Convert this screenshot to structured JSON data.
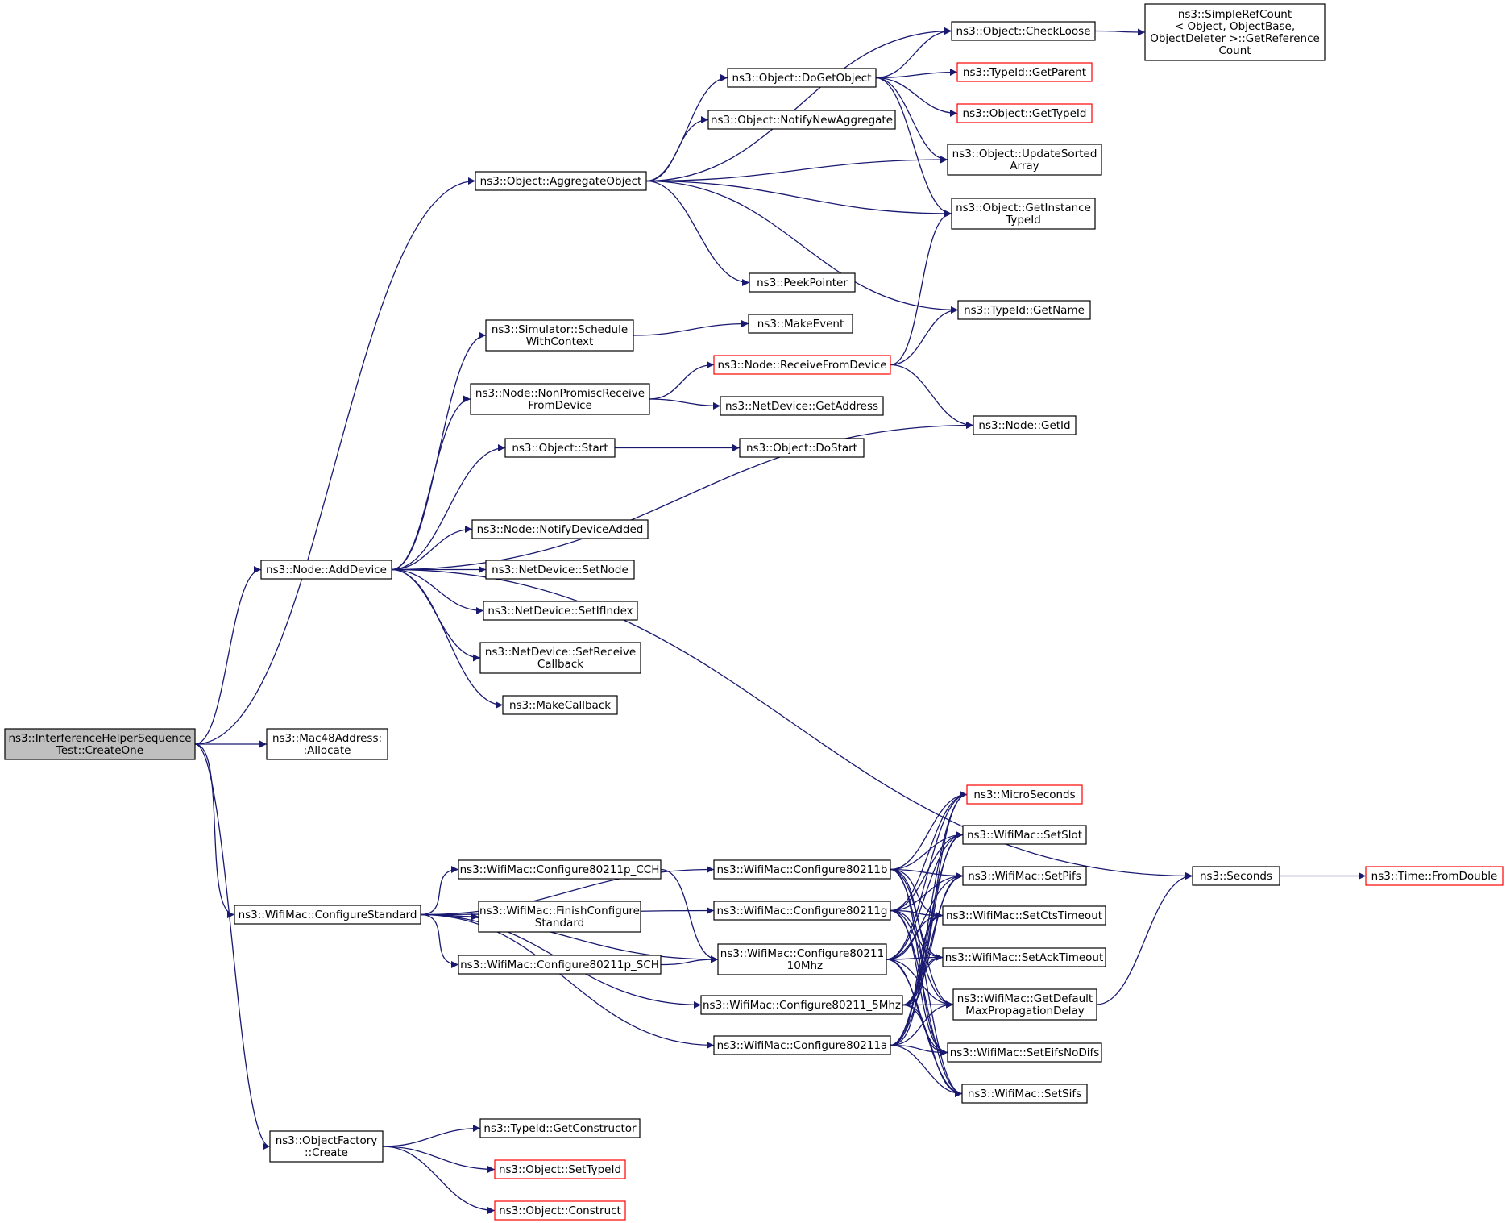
{
  "colors": {
    "edge": "#191970",
    "node_border": "#000000",
    "missing_node_border": "#ff0000",
    "root_fill": "#bfbfbf"
  },
  "nodes": [
    {
      "id": "root",
      "lines": [
        "ns3::InterferenceHelperSequence",
        "Test::CreateOne"
      ],
      "style": "root"
    },
    {
      "id": "aggregate",
      "lines": [
        "ns3::Object::AggregateObject"
      ],
      "style": "normal"
    },
    {
      "id": "adddevice",
      "lines": [
        "ns3::Node::AddDevice"
      ],
      "style": "normal"
    },
    {
      "id": "mac48",
      "lines": [
        "ns3::Mac48Address:",
        ":Allocate"
      ],
      "style": "normal"
    },
    {
      "id": "configstd",
      "lines": [
        "ns3::WifiMac::ConfigureStandard"
      ],
      "style": "normal"
    },
    {
      "id": "objfactory",
      "lines": [
        "ns3::ObjectFactory",
        "::Create"
      ],
      "style": "normal"
    },
    {
      "id": "dogetobject",
      "lines": [
        "ns3::Object::DoGetObject"
      ],
      "style": "normal"
    },
    {
      "id": "notifynewagg",
      "lines": [
        "ns3::Object::NotifyNewAggregate"
      ],
      "style": "normal"
    },
    {
      "id": "peekpointer",
      "lines": [
        "ns3::PeekPointer"
      ],
      "style": "normal"
    },
    {
      "id": "checkloose",
      "lines": [
        "ns3::Object::CheckLoose"
      ],
      "style": "normal"
    },
    {
      "id": "simplerefcount",
      "lines": [
        "ns3::SimpleRefCount",
        "< Object, ObjectBase,",
        "ObjectDeleter >::GetReference",
        "Count"
      ],
      "style": "normal"
    },
    {
      "id": "getparent",
      "lines": [
        "ns3::TypeId::GetParent"
      ],
      "style": "missing"
    },
    {
      "id": "gettypeid",
      "lines": [
        "ns3::Object::GetTypeId"
      ],
      "style": "missing"
    },
    {
      "id": "updatesorted",
      "lines": [
        "ns3::Object::UpdateSorted",
        "Array"
      ],
      "style": "normal"
    },
    {
      "id": "getinstance",
      "lines": [
        "ns3::Object::GetInstance",
        "TypeId"
      ],
      "style": "normal"
    },
    {
      "id": "getname",
      "lines": [
        "ns3::TypeId::GetName"
      ],
      "style": "normal"
    },
    {
      "id": "schedulewc",
      "lines": [
        "ns3::Simulator::Schedule",
        "WithContext"
      ],
      "style": "normal"
    },
    {
      "id": "makeevent",
      "lines": [
        "ns3::MakeEvent"
      ],
      "style": "normal"
    },
    {
      "id": "receivefromdev",
      "lines": [
        "ns3::Node::ReceiveFromDevice"
      ],
      "style": "missing"
    },
    {
      "id": "nonpromisc",
      "lines": [
        "ns3::Node::NonPromiscReceive",
        "FromDevice"
      ],
      "style": "normal"
    },
    {
      "id": "getaddress",
      "lines": [
        "ns3::NetDevice::GetAddress"
      ],
      "style": "normal"
    },
    {
      "id": "getid",
      "lines": [
        "ns3::Node::GetId"
      ],
      "style": "normal"
    },
    {
      "id": "objstart",
      "lines": [
        "ns3::Object::Start"
      ],
      "style": "normal"
    },
    {
      "id": "dostart",
      "lines": [
        "ns3::Object::DoStart"
      ],
      "style": "normal"
    },
    {
      "id": "notifydevadded",
      "lines": [
        "ns3::Node::NotifyDeviceAdded"
      ],
      "style": "normal"
    },
    {
      "id": "setnode",
      "lines": [
        "ns3::NetDevice::SetNode"
      ],
      "style": "normal"
    },
    {
      "id": "setifindex",
      "lines": [
        "ns3::NetDevice::SetIfIndex"
      ],
      "style": "normal"
    },
    {
      "id": "setreceivecb",
      "lines": [
        "ns3::NetDevice::SetReceive",
        "Callback"
      ],
      "style": "normal"
    },
    {
      "id": "makecallback",
      "lines": [
        "ns3::MakeCallback"
      ],
      "style": "normal"
    },
    {
      "id": "seconds",
      "lines": [
        "ns3::Seconds"
      ],
      "style": "normal"
    },
    {
      "id": "fromdouble",
      "lines": [
        "ns3::Time::FromDouble"
      ],
      "style": "missing"
    },
    {
      "id": "microseconds",
      "lines": [
        "ns3::MicroSeconds"
      ],
      "style": "missing"
    },
    {
      "id": "setslot",
      "lines": [
        "ns3::WifiMac::SetSlot"
      ],
      "style": "normal"
    },
    {
      "id": "setpifs",
      "lines": [
        "ns3::WifiMac::SetPifs"
      ],
      "style": "normal"
    },
    {
      "id": "setctstimeout",
      "lines": [
        "ns3::WifiMac::SetCtsTimeout"
      ],
      "style": "normal"
    },
    {
      "id": "setacktimeout",
      "lines": [
        "ns3::WifiMac::SetAckTimeout"
      ],
      "style": "normal"
    },
    {
      "id": "getdefaultmpd",
      "lines": [
        "ns3::WifiMac::GetDefault",
        "MaxPropagationDelay"
      ],
      "style": "normal"
    },
    {
      "id": "seteifsnodifs",
      "lines": [
        "ns3::WifiMac::SetEifsNoDifs"
      ],
      "style": "normal"
    },
    {
      "id": "setsifs",
      "lines": [
        "ns3::WifiMac::SetSifs"
      ],
      "style": "normal"
    },
    {
      "id": "c80211pcch",
      "lines": [
        "ns3::WifiMac::Configure80211p_CCH"
      ],
      "style": "normal"
    },
    {
      "id": "finishcfg",
      "lines": [
        "ns3::WifiMac::FinishConfigure",
        "Standard"
      ],
      "style": "normal"
    },
    {
      "id": "c80211psch",
      "lines": [
        "ns3::WifiMac::Configure80211p_SCH"
      ],
      "style": "normal"
    },
    {
      "id": "c80211b",
      "lines": [
        "ns3::WifiMac::Configure80211b"
      ],
      "style": "normal"
    },
    {
      "id": "c80211g",
      "lines": [
        "ns3::WifiMac::Configure80211g"
      ],
      "style": "normal"
    },
    {
      "id": "c10mhz",
      "lines": [
        "ns3::WifiMac::Configure80211",
        "_10Mhz"
      ],
      "style": "normal"
    },
    {
      "id": "c5mhz",
      "lines": [
        "ns3::WifiMac::Configure80211_5Mhz"
      ],
      "style": "normal"
    },
    {
      "id": "c80211a",
      "lines": [
        "ns3::WifiMac::Configure80211a"
      ],
      "style": "normal"
    },
    {
      "id": "getconstructor",
      "lines": [
        "ns3::TypeId::GetConstructor"
      ],
      "style": "normal"
    },
    {
      "id": "settypeid",
      "lines": [
        "ns3::Object::SetTypeId"
      ],
      "style": "missing"
    },
    {
      "id": "construct",
      "lines": [
        "ns3::Object::Construct"
      ],
      "style": "missing"
    }
  ],
  "edges": [
    [
      "root",
      "aggregate"
    ],
    [
      "root",
      "adddevice"
    ],
    [
      "root",
      "mac48"
    ],
    [
      "root",
      "configstd"
    ],
    [
      "root",
      "objfactory"
    ],
    [
      "aggregate",
      "checkloose"
    ],
    [
      "aggregate",
      "dogetobject"
    ],
    [
      "aggregate",
      "notifynewagg"
    ],
    [
      "aggregate",
      "updatesorted"
    ],
    [
      "aggregate",
      "getinstance"
    ],
    [
      "aggregate",
      "peekpointer"
    ],
    [
      "aggregate",
      "getname"
    ],
    [
      "checkloose",
      "simplerefcount"
    ],
    [
      "dogetobject",
      "checkloose"
    ],
    [
      "dogetobject",
      "getparent"
    ],
    [
      "dogetobject",
      "gettypeid"
    ],
    [
      "dogetobject",
      "updatesorted"
    ],
    [
      "dogetobject",
      "getinstance"
    ],
    [
      "adddevice",
      "schedulewc"
    ],
    [
      "adddevice",
      "nonpromisc"
    ],
    [
      "adddevice",
      "objstart"
    ],
    [
      "adddevice",
      "getid"
    ],
    [
      "adddevice",
      "notifydevadded"
    ],
    [
      "adddevice",
      "setnode"
    ],
    [
      "adddevice",
      "setifindex"
    ],
    [
      "adddevice",
      "setreceivecb"
    ],
    [
      "adddevice",
      "makecallback"
    ],
    [
      "adddevice",
      "seconds"
    ],
    [
      "schedulewc",
      "makeevent"
    ],
    [
      "nonpromisc",
      "receivefromdev"
    ],
    [
      "nonpromisc",
      "getaddress"
    ],
    [
      "receivefromdev",
      "getinstance"
    ],
    [
      "receivefromdev",
      "getname"
    ],
    [
      "receivefromdev",
      "getid"
    ],
    [
      "objstart",
      "dostart"
    ],
    [
      "seconds",
      "fromdouble"
    ],
    [
      "configstd",
      "c80211pcch"
    ],
    [
      "configstd",
      "finishcfg"
    ],
    [
      "configstd",
      "c80211psch"
    ],
    [
      "configstd",
      "c80211b"
    ],
    [
      "configstd",
      "c80211g"
    ],
    [
      "configstd",
      "c10mhz"
    ],
    [
      "configstd",
      "c5mhz"
    ],
    [
      "configstd",
      "c80211a"
    ],
    [
      "c80211pcch",
      "c10mhz"
    ],
    [
      "c80211psch",
      "c10mhz"
    ],
    [
      "c80211b",
      "microseconds"
    ],
    [
      "c80211b",
      "setslot"
    ],
    [
      "c80211b",
      "setpifs"
    ],
    [
      "c80211b",
      "setctstimeout"
    ],
    [
      "c80211b",
      "setacktimeout"
    ],
    [
      "c80211b",
      "getdefaultmpd"
    ],
    [
      "c80211b",
      "seteifsnodifs"
    ],
    [
      "c80211b",
      "setsifs"
    ],
    [
      "c80211g",
      "microseconds"
    ],
    [
      "c80211g",
      "setslot"
    ],
    [
      "c80211g",
      "setpifs"
    ],
    [
      "c80211g",
      "setctstimeout"
    ],
    [
      "c80211g",
      "setacktimeout"
    ],
    [
      "c80211g",
      "getdefaultmpd"
    ],
    [
      "c80211g",
      "seteifsnodifs"
    ],
    [
      "c80211g",
      "setsifs"
    ],
    [
      "c10mhz",
      "microseconds"
    ],
    [
      "c10mhz",
      "setslot"
    ],
    [
      "c10mhz",
      "setpifs"
    ],
    [
      "c10mhz",
      "setctstimeout"
    ],
    [
      "c10mhz",
      "setacktimeout"
    ],
    [
      "c10mhz",
      "getdefaultmpd"
    ],
    [
      "c10mhz",
      "seteifsnodifs"
    ],
    [
      "c10mhz",
      "setsifs"
    ],
    [
      "c5mhz",
      "microseconds"
    ],
    [
      "c5mhz",
      "setslot"
    ],
    [
      "c5mhz",
      "setpifs"
    ],
    [
      "c5mhz",
      "setctstimeout"
    ],
    [
      "c5mhz",
      "setacktimeout"
    ],
    [
      "c5mhz",
      "getdefaultmpd"
    ],
    [
      "c5mhz",
      "seteifsnodifs"
    ],
    [
      "c5mhz",
      "setsifs"
    ],
    [
      "c80211a",
      "microseconds"
    ],
    [
      "c80211a",
      "setslot"
    ],
    [
      "c80211a",
      "setpifs"
    ],
    [
      "c80211a",
      "setctstimeout"
    ],
    [
      "c80211a",
      "setacktimeout"
    ],
    [
      "c80211a",
      "getdefaultmpd"
    ],
    [
      "c80211a",
      "seteifsnodifs"
    ],
    [
      "c80211a",
      "setsifs"
    ],
    [
      "getdefaultmpd",
      "seconds"
    ],
    [
      "objfactory",
      "getconstructor"
    ],
    [
      "objfactory",
      "settypeid"
    ],
    [
      "objfactory",
      "construct"
    ]
  ]
}
